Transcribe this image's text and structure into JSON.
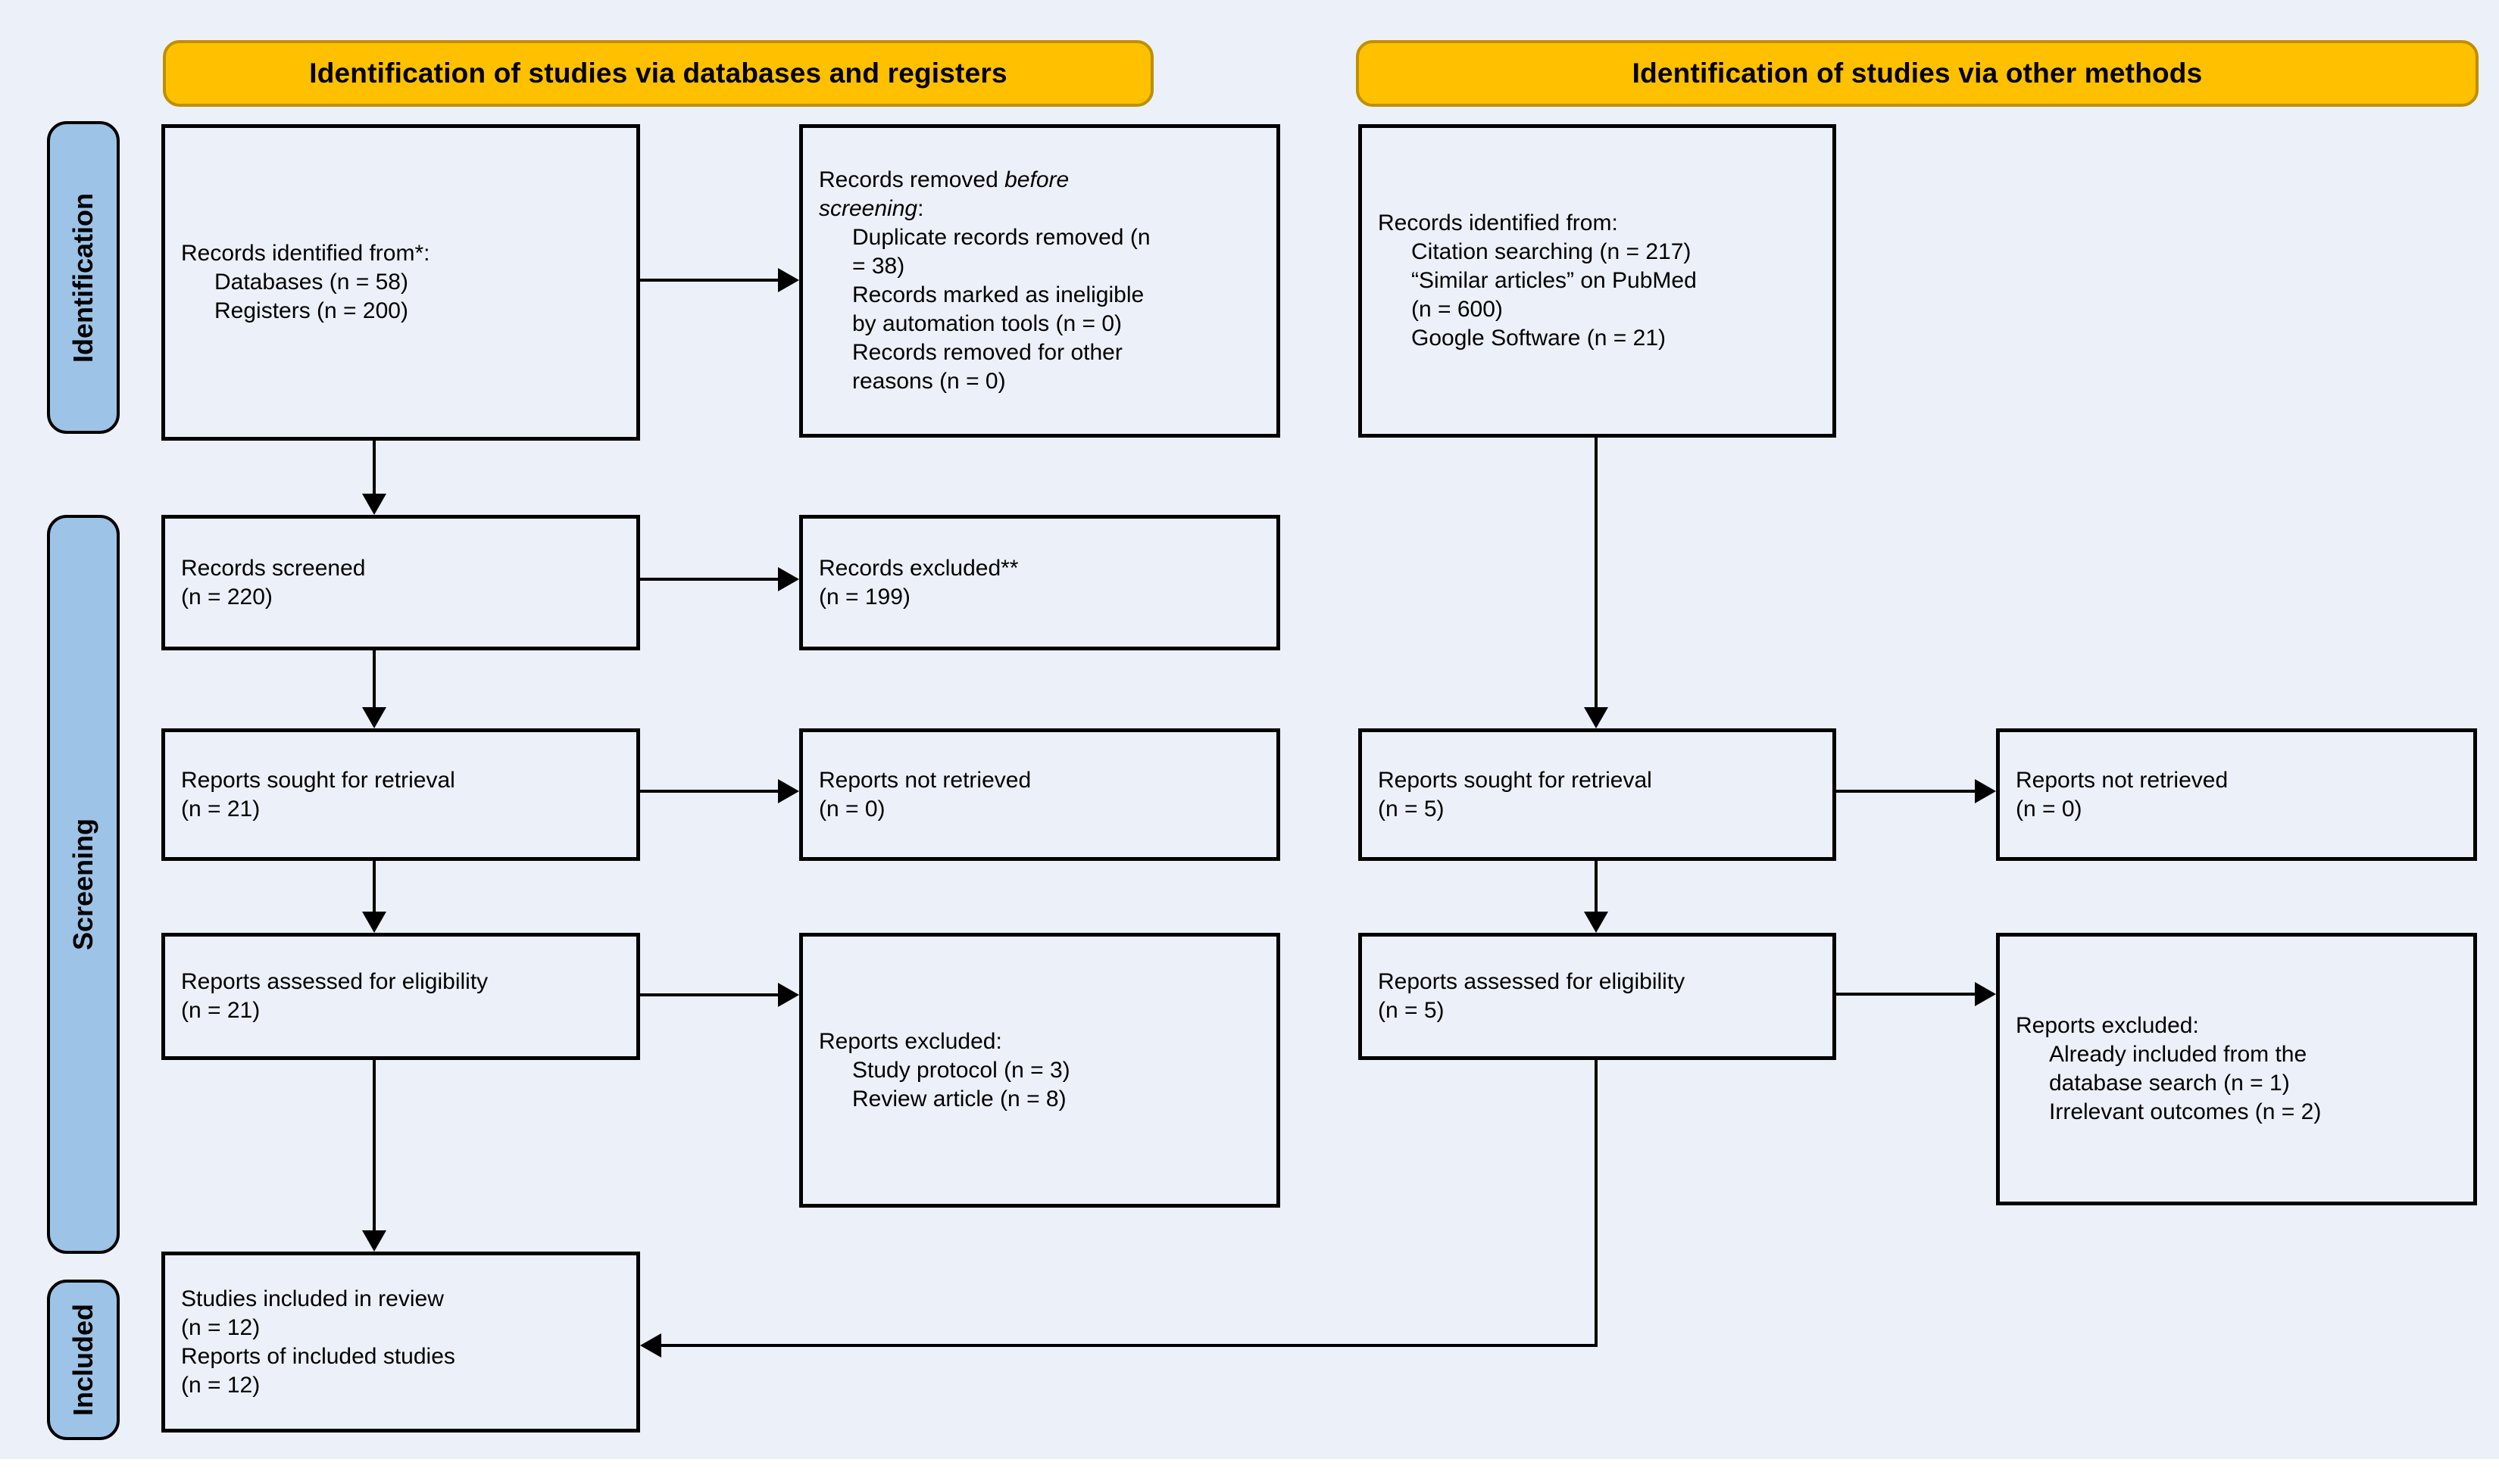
{
  "colors": {
    "background": "#ECF0F8",
    "box_fill": "#ECF0F8",
    "box_border": "#000000",
    "header_fill": "#FFC000",
    "header_border": "#BD9000",
    "sidebar_fill": "#9DC3E6",
    "arrow": "#000000",
    "page_margin": "#FFFFFF"
  },
  "headers": {
    "left": "Identification of studies via databases and registers",
    "right": "Identification of studies via other methods"
  },
  "sidebar": {
    "identification": "Identification",
    "screening": "Screening",
    "included": "Included"
  },
  "boxes": {
    "records_identified_db": {
      "lines": [
        {
          "text": "Records identified from*:",
          "indent": 0
        },
        {
          "text": "Databases (n = 58)",
          "indent": 1
        },
        {
          "text": "Registers (n = 200)",
          "indent": 1
        }
      ]
    },
    "records_removed": {
      "lines": [
        {
          "runs": [
            {
              "text": "Records removed "
            },
            {
              "text": "before",
              "italic": true
            }
          ],
          "indent": 0
        },
        {
          "runs": [
            {
              "text": "screening",
              "italic": true
            },
            {
              "text": ":"
            }
          ],
          "indent": 0
        },
        {
          "text": "Duplicate records removed (n",
          "indent": 1
        },
        {
          "text": "= 38)",
          "indent": 1
        },
        {
          "text": "Records marked as ineligible",
          "indent": 1
        },
        {
          "text": "by automation tools (n = 0)",
          "indent": 1
        },
        {
          "text": "Records removed for other",
          "indent": 1
        },
        {
          "text": "reasons (n = 0)",
          "indent": 1
        }
      ]
    },
    "records_identified_other": {
      "lines": [
        {
          "text": "Records identified from:",
          "indent": 0
        },
        {
          "text": "Citation searching (n = 217)",
          "indent": 1
        },
        {
          "text": "“Similar articles” on PubMed",
          "indent": 1
        },
        {
          "text": "(n = 600)",
          "indent": 1
        },
        {
          "text": "Google Software (n = 21)",
          "indent": 1
        }
      ]
    },
    "records_screened": {
      "lines": [
        {
          "text": "Records screened",
          "indent": 0
        },
        {
          "text": "(n = 220)",
          "indent": 0
        }
      ]
    },
    "records_excluded": {
      "lines": [
        {
          "text": "Records excluded**",
          "indent": 0
        },
        {
          "text": "(n = 199)",
          "indent": 0
        }
      ]
    },
    "reports_sought_db": {
      "lines": [
        {
          "text": "Reports sought for retrieval",
          "indent": 0
        },
        {
          "text": "(n = 21)",
          "indent": 0
        }
      ]
    },
    "reports_not_retrieved_db": {
      "lines": [
        {
          "text": "Reports not retrieved",
          "indent": 0
        },
        {
          "text": "(n = 0)",
          "indent": 0
        }
      ]
    },
    "reports_assessed_db": {
      "lines": [
        {
          "text": "Reports assessed for eligibility",
          "indent": 0
        },
        {
          "text": "(n = 21)",
          "indent": 0
        }
      ]
    },
    "reports_excluded_db": {
      "lines": [
        {
          "text": "Reports excluded:",
          "indent": 0
        },
        {
          "text": "Study protocol (n = 3)",
          "indent": 1
        },
        {
          "text": "Review article (n = 8)",
          "indent": 1
        }
      ]
    },
    "reports_sought_other": {
      "lines": [
        {
          "text": "Reports sought for retrieval",
          "indent": 0
        },
        {
          "text": "(n = 5)",
          "indent": 0
        }
      ]
    },
    "reports_not_retrieved_other": {
      "lines": [
        {
          "text": "Reports not retrieved",
          "indent": 0
        },
        {
          "text": "(n = 0)",
          "indent": 0
        }
      ]
    },
    "reports_assessed_other": {
      "lines": [
        {
          "text": "Reports assessed for eligibility",
          "indent": 0
        },
        {
          "text": "(n = 5)",
          "indent": 0
        }
      ]
    },
    "reports_excluded_other": {
      "lines": [
        {
          "text": "Reports excluded:",
          "indent": 0
        },
        {
          "text": "Already included from the",
          "indent": 1
        },
        {
          "text": "database search (n = 1)",
          "indent": 1
        },
        {
          "text": "Irrelevant outcomes (n = 2)",
          "indent": 1
        }
      ]
    },
    "studies_included": {
      "lines": [
        {
          "text": "Studies included in review",
          "indent": 0
        },
        {
          "text": "(n = 12)",
          "indent": 0
        },
        {
          "text": "Reports of included studies",
          "indent": 0
        },
        {
          "text": "(n = 12)",
          "indent": 0
        }
      ]
    }
  }
}
